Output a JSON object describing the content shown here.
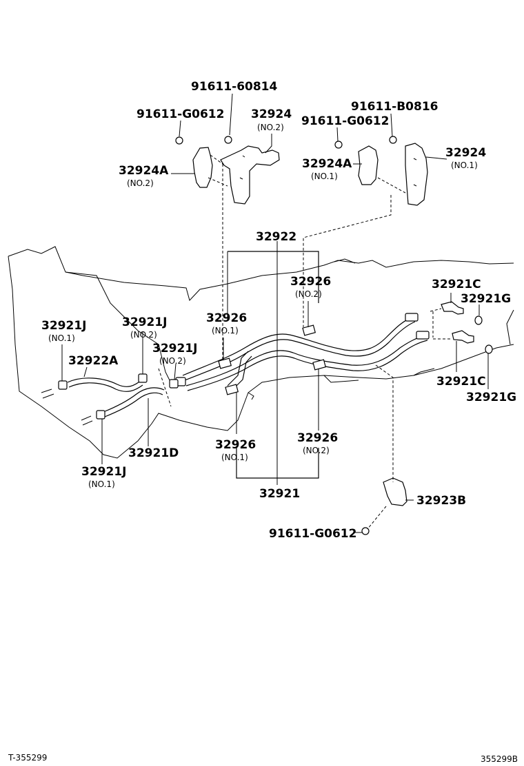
{
  "labels": {
    "bolt_60814": "91611-60814",
    "bolt_g0612_left": "91611-G0612",
    "bracket_32924_no2": "32924",
    "bracket_32924_no2_sub": "(NO.2)",
    "bracket_32924a_no2": "32924A",
    "bracket_32924a_no2_sub": "(NO.2)",
    "bolt_b0816": "91611-B0816",
    "bolt_g0612_right": "91611-G0612",
    "bracket_32924_no1": "32924",
    "bracket_32924_no1_sub": "(NO.1)",
    "bracket_32924a_no1": "32924A",
    "bracket_32924a_no1_sub": "(NO.1)",
    "tube_32922": "32922",
    "clamp_32926_top_no2": "32926",
    "clamp_32926_top_no2_sub": "(NO.2)",
    "clamp_32926_top_no1": "32926",
    "clamp_32926_top_no1_sub": "(NO.1)",
    "union_32921c_top": "32921C",
    "gasket_32921g_top": "32921G",
    "union_32921c_bottom": "32921C",
    "gasket_32921g_bottom": "32921G",
    "clip_32921j_no1_top": "32921J",
    "clip_32921j_no1_top_sub": "(NO.1)",
    "clip_32921j_no2_a": "32921J",
    "clip_32921j_no2_a_sub": "(NO.2)",
    "clip_32921j_no2_b": "32921J",
    "clip_32921j_no2_b_sub": "(NO.2)",
    "hose_32922a": "32922A",
    "hose_32921d": "32921D",
    "clip_32921j_no1_bottom": "32921J",
    "clip_32921j_no1_bottom_sub": "(NO.1)",
    "clamp_32926_bottom_no1": "32926",
    "clamp_32926_bottom_no1_sub": "(NO.1)",
    "clamp_32926_bottom_no2": "32926",
    "clamp_32926_bottom_no2_sub": "(NO.2)",
    "tube_32921": "32921",
    "bracket_32923b": "32923B",
    "bolt_g0612_bottom": "91611-G0612"
  },
  "footer": {
    "left_ref": "T-355299",
    "right_ref": "355299B"
  }
}
